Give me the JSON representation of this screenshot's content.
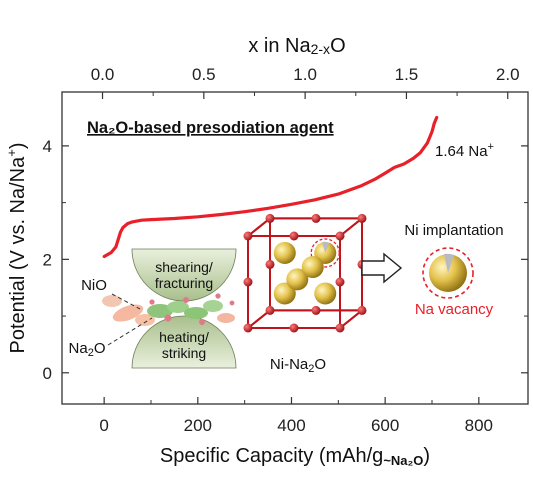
{
  "chart_data": {
    "type": "line",
    "top_axis": {
      "label": "x in Na2-xO",
      "label_main_1": "x in Na",
      "label_sub_1": "2-x",
      "label_main_2": "O",
      "ticks": [
        "0.0",
        "0.5",
        "1.0",
        "1.5",
        "2.0"
      ],
      "range": [
        -0.2,
        2.1
      ]
    },
    "xaxis": {
      "label": "Specific Capacity (mAh/g~Na2O)",
      "label_main": "Specific Capacity (mAh/g",
      "label_sub": "~Na₂O",
      "label_close": ")",
      "ticks": [
        "0",
        "200",
        "400",
        "600",
        "800"
      ],
      "range": [
        -90,
        905
      ]
    },
    "yaxis": {
      "label": "Potential (V vs. Na/Na+)",
      "label_main": "Potential (V vs. Na/Na",
      "label_sup": "+",
      "label_close": ")",
      "ticks": [
        "0",
        "2",
        "4"
      ],
      "range": [
        -0.55,
        4.95
      ]
    },
    "series": [
      {
        "color": "#e8202a",
        "x": [
          0,
          15,
          25,
          30,
          35,
          40,
          50,
          60,
          80,
          100,
          150,
          200,
          250,
          300,
          350,
          400,
          450,
          500,
          550,
          580,
          600,
          620,
          640,
          660,
          675,
          690,
          700,
          705,
          710
        ],
        "y": [
          2.05,
          2.12,
          2.22,
          2.35,
          2.48,
          2.56,
          2.63,
          2.66,
          2.69,
          2.7,
          2.72,
          2.75,
          2.79,
          2.84,
          2.9,
          2.97,
          3.05,
          3.15,
          3.3,
          3.42,
          3.52,
          3.62,
          3.68,
          3.78,
          3.88,
          4.05,
          4.25,
          4.4,
          4.5
        ]
      }
    ],
    "annotations": {
      "title": "Na₂O-based presodiation agent",
      "end_label_main": "1.64 Na",
      "end_label_sup": "+",
      "ni_implantation": "Ni implantation",
      "na_vacancy": "Na vacancy",
      "nio": "NiO",
      "na2o_main": "Na",
      "na2o_sub": "2",
      "na2o_end": "O",
      "shearing_1": "shearing/",
      "shearing_2": "fracturing",
      "heating_1": "heating/",
      "heating_2": "striking",
      "ni_na2o_main": "Ni-Na",
      "ni_na2o_sub": "2",
      "ni_na2o_end": "O"
    },
    "colors": {
      "curve": "#e8202a",
      "na_vacancy_text": "#e8202a",
      "sodium_atom": "#d7b438",
      "oxygen_atom": "#c0141b",
      "nickel_atom": "#9aa0a6"
    },
    "grid": false
  }
}
